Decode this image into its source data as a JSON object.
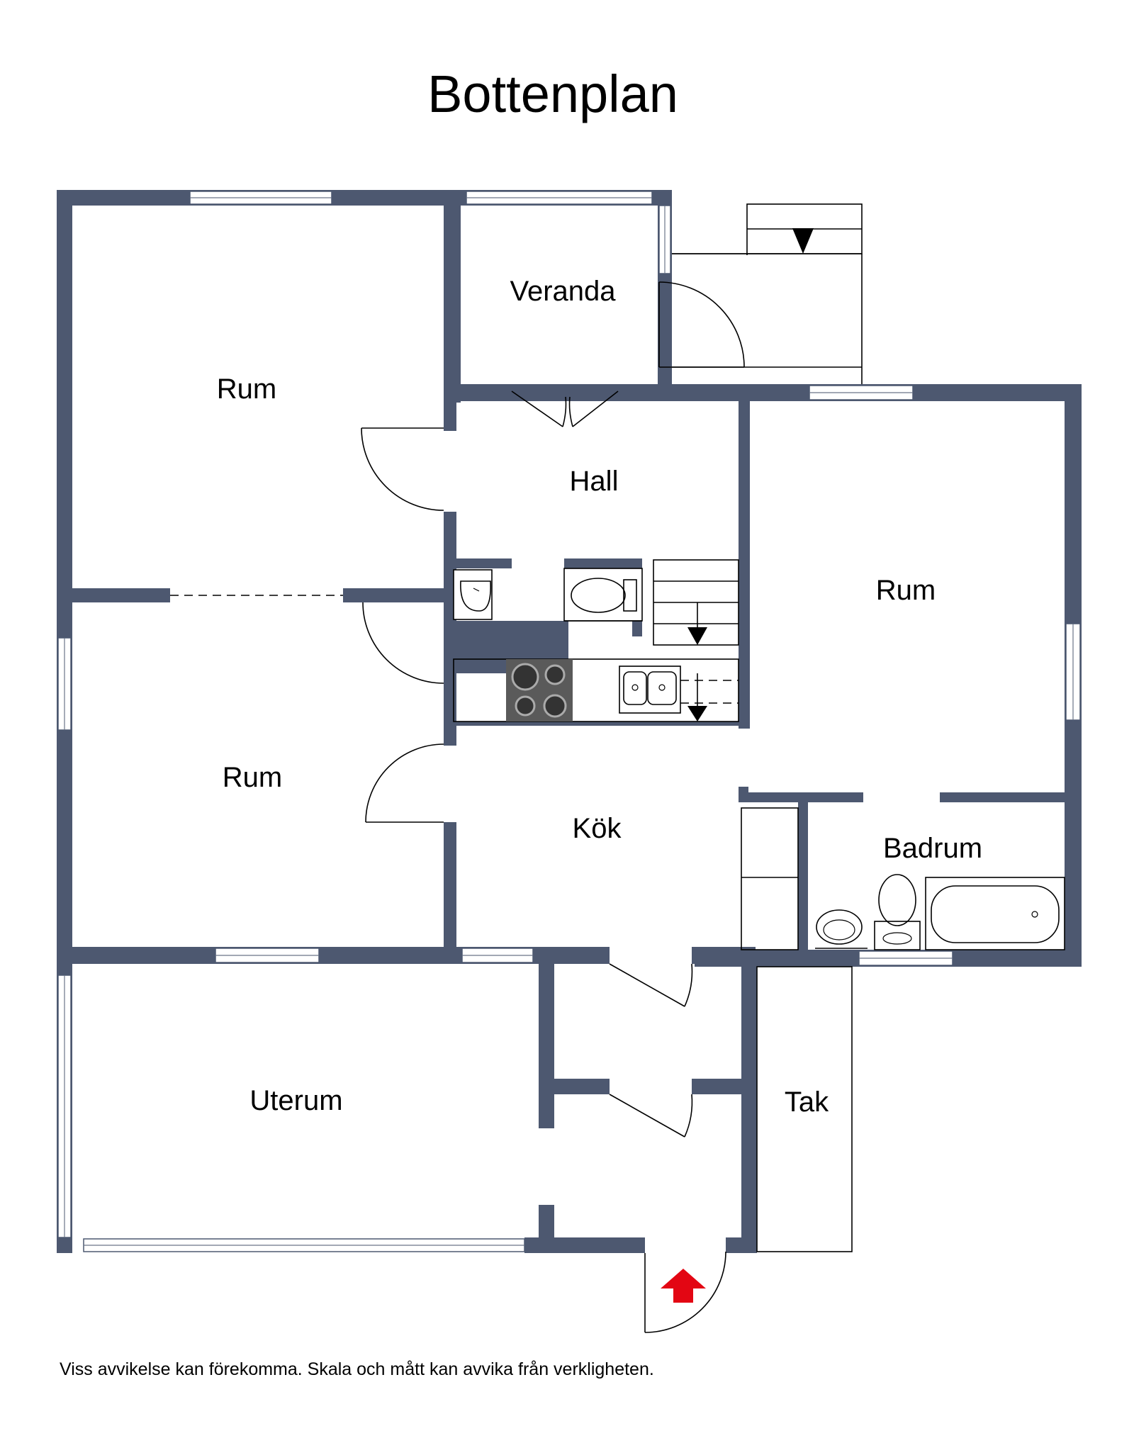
{
  "title": "Bottenplan",
  "rooms": {
    "rum_top_left": "Rum",
    "veranda": "Veranda",
    "hall": "Hall",
    "rum_right": "Rum",
    "rum_mid_left": "Rum",
    "kok": "Kök",
    "badrum": "Badrum",
    "uterum": "Uterum",
    "tak": "Tak"
  },
  "disclaimer": "Viss avvikelse kan förekomma. Skala och mått kan avvika från verkligheten.",
  "colors": {
    "wall": "#4d5870",
    "entrance_arrow": "#e30613",
    "stove": "#5a5a5a"
  },
  "icons": {
    "entrance": "entrance-arrow-icon",
    "stairs": "stairs-down-arrow-icon"
  }
}
